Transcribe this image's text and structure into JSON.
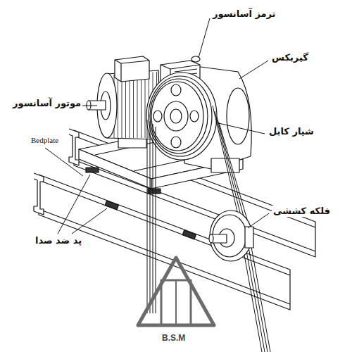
{
  "diagram": {
    "labels": [
      "ترمز آسانسور",
      "گیربکس",
      "موتور آسانسور",
      "Bedplate",
      "شیار کابل",
      "فلکه کششی",
      "پد ضد صدا",
      "B.S.M"
    ]
  }
}
